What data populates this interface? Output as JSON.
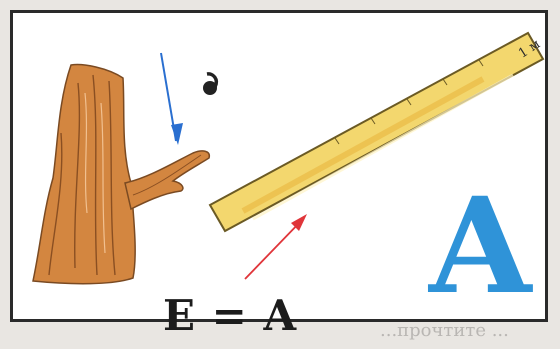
{
  "equation": "E = A",
  "big_letter": "A",
  "ruler_label": "1 м",
  "bleed_text": "...прочтите ...",
  "colors": {
    "blue_arrow": "#2a6fd0",
    "red_arrow": "#e0353a",
    "letter": "#2f93d8",
    "ruler": "#f2d56a",
    "tree": "#d5894a"
  }
}
